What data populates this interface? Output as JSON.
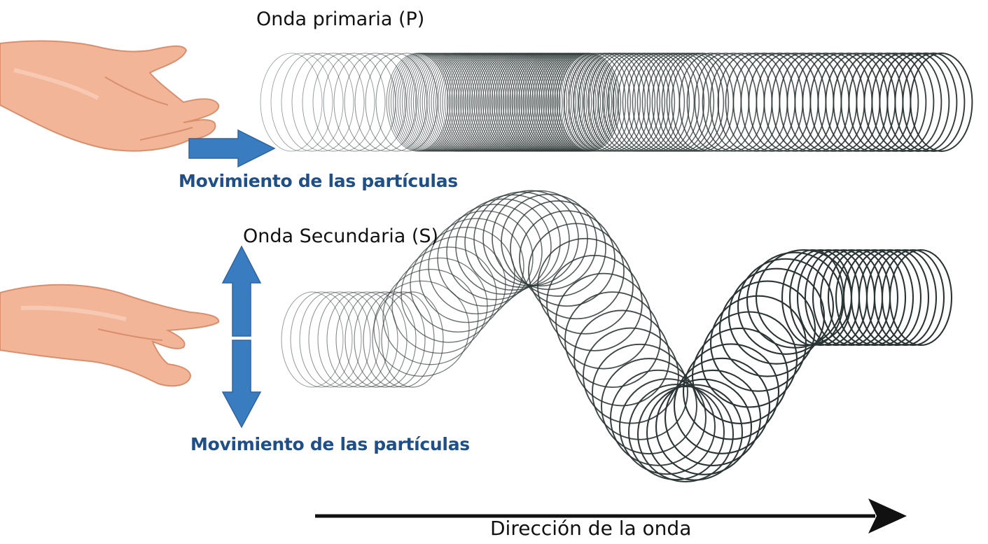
{
  "p_wave": {
    "title": "Onda primaria (P)",
    "motion_label": "Movimiento de las partículas"
  },
  "s_wave": {
    "title": "Onda Secundaria (S)",
    "motion_label": "Movimiento de las partículas"
  },
  "direction_label": "Dirección de la onda",
  "colors": {
    "arrow_blue": "#3a7cc0",
    "label_blue": "#1f4f86",
    "coil": "#2b3434",
    "skin": "#f2b597",
    "skin_shade": "#d98f6e"
  },
  "icons": {
    "hand_p": "hand-push-icon",
    "hand_s": "hand-shake-icon",
    "arrow_p": "arrow-right-icon",
    "arrow_s": "arrow-up-down-icon",
    "direction": "arrow-long-right-icon"
  }
}
